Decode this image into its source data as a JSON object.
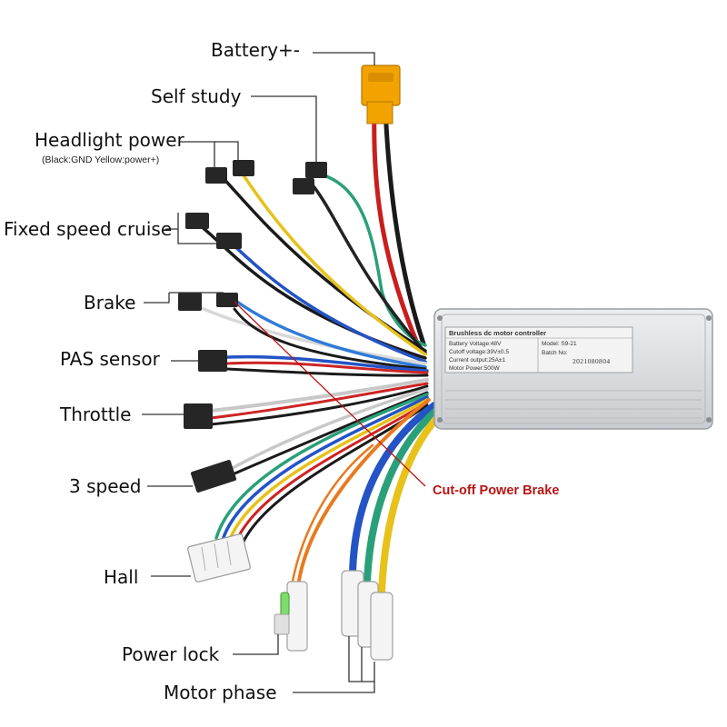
{
  "labels": {
    "battery": "Battery+-",
    "self_study": "Self study",
    "headlight": "Headlight power",
    "headlight_note": "(Black:GND Yellow:power+)",
    "cruise": "Fixed speed cruise",
    "brake": "Brake",
    "pas": "PAS sensor",
    "throttle": "Throttle",
    "three_speed": "3 speed",
    "hall": "Hall",
    "power_lock": "Power lock",
    "motor_phase": "Motor phase",
    "cutoff_brake": "Cut-off Power Brake"
  },
  "controller": {
    "title": "Brushless dc motor controller",
    "battery_voltage": "Battery Voltage:48V",
    "cutoff_voltage": "Cutoff voltage:39V±0.5",
    "current_output": "Current output:25A±1",
    "motor_power": "Motor Power:500W",
    "model": "Model: S9-21",
    "batch": "Batch No:",
    "batch_number": "2021080804"
  },
  "colors": {
    "annotation_red": "#b81414",
    "connector_orange": "#f2a300",
    "housing_silver": "#dfe1e3"
  }
}
